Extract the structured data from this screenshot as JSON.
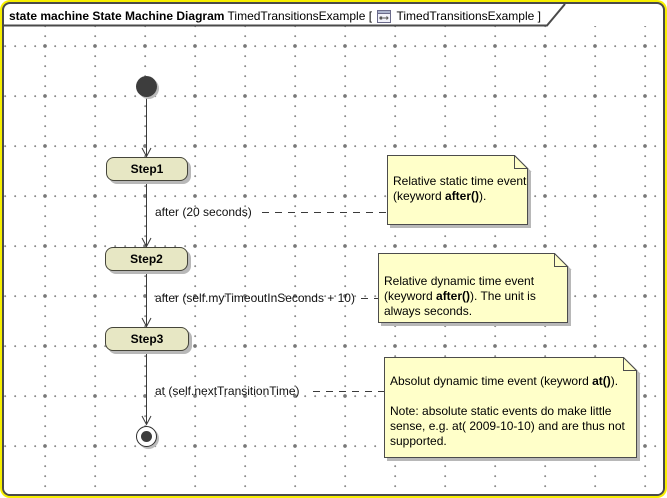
{
  "frame": {
    "title": {
      "keyword_bold": "state machine State Machine Diagram",
      "diagram_name": " TimedTransitionsExample [ ",
      "frame_name": " TimedTransitionsExample ]"
    }
  },
  "states": [
    {
      "label": "Step1"
    },
    {
      "label": "Step2"
    },
    {
      "label": "Step3"
    }
  ],
  "transitions": [
    {
      "label": "after (20 seconds)"
    },
    {
      "label": "after (self.myTimeoutInSeconds + 10)"
    },
    {
      "label": "at (self.nextTransitionTime)"
    }
  ],
  "notes": [
    {
      "lines": [
        {
          "pre": "Relative static time event"
        },
        {
          "pre": "(keyword ",
          "bold": "after()",
          "post": ")."
        }
      ]
    },
    {
      "lines": [
        {
          "pre": "Relative dynamic time event"
        },
        {
          "pre": "(keyword ",
          "bold": "after()",
          "post": "). The unit is"
        },
        {
          "pre": "always seconds."
        }
      ]
    },
    {
      "lines": [
        {
          "pre": "Absolut dynamic time event (keyword ",
          "bold": "at()",
          "post": ")."
        },
        {
          "pre": ""
        },
        {
          "pre": "Note: absolute static events do make little"
        },
        {
          "pre": "sense, e.g. at( 2009-10-10) and are thus not"
        },
        {
          "pre": "supported."
        }
      ]
    }
  ],
  "colors": {
    "frame_highlight": "#F7EF00",
    "frame_border": "#4A4A4A",
    "state_fill": "#E7E7C4",
    "state_border": "#45453A",
    "note_fill": "#FFFFC9",
    "shadow": "#B8B8B8",
    "grid_dot": "#8E8E8E",
    "pseudostate_fill": "#3D3D3D"
  }
}
